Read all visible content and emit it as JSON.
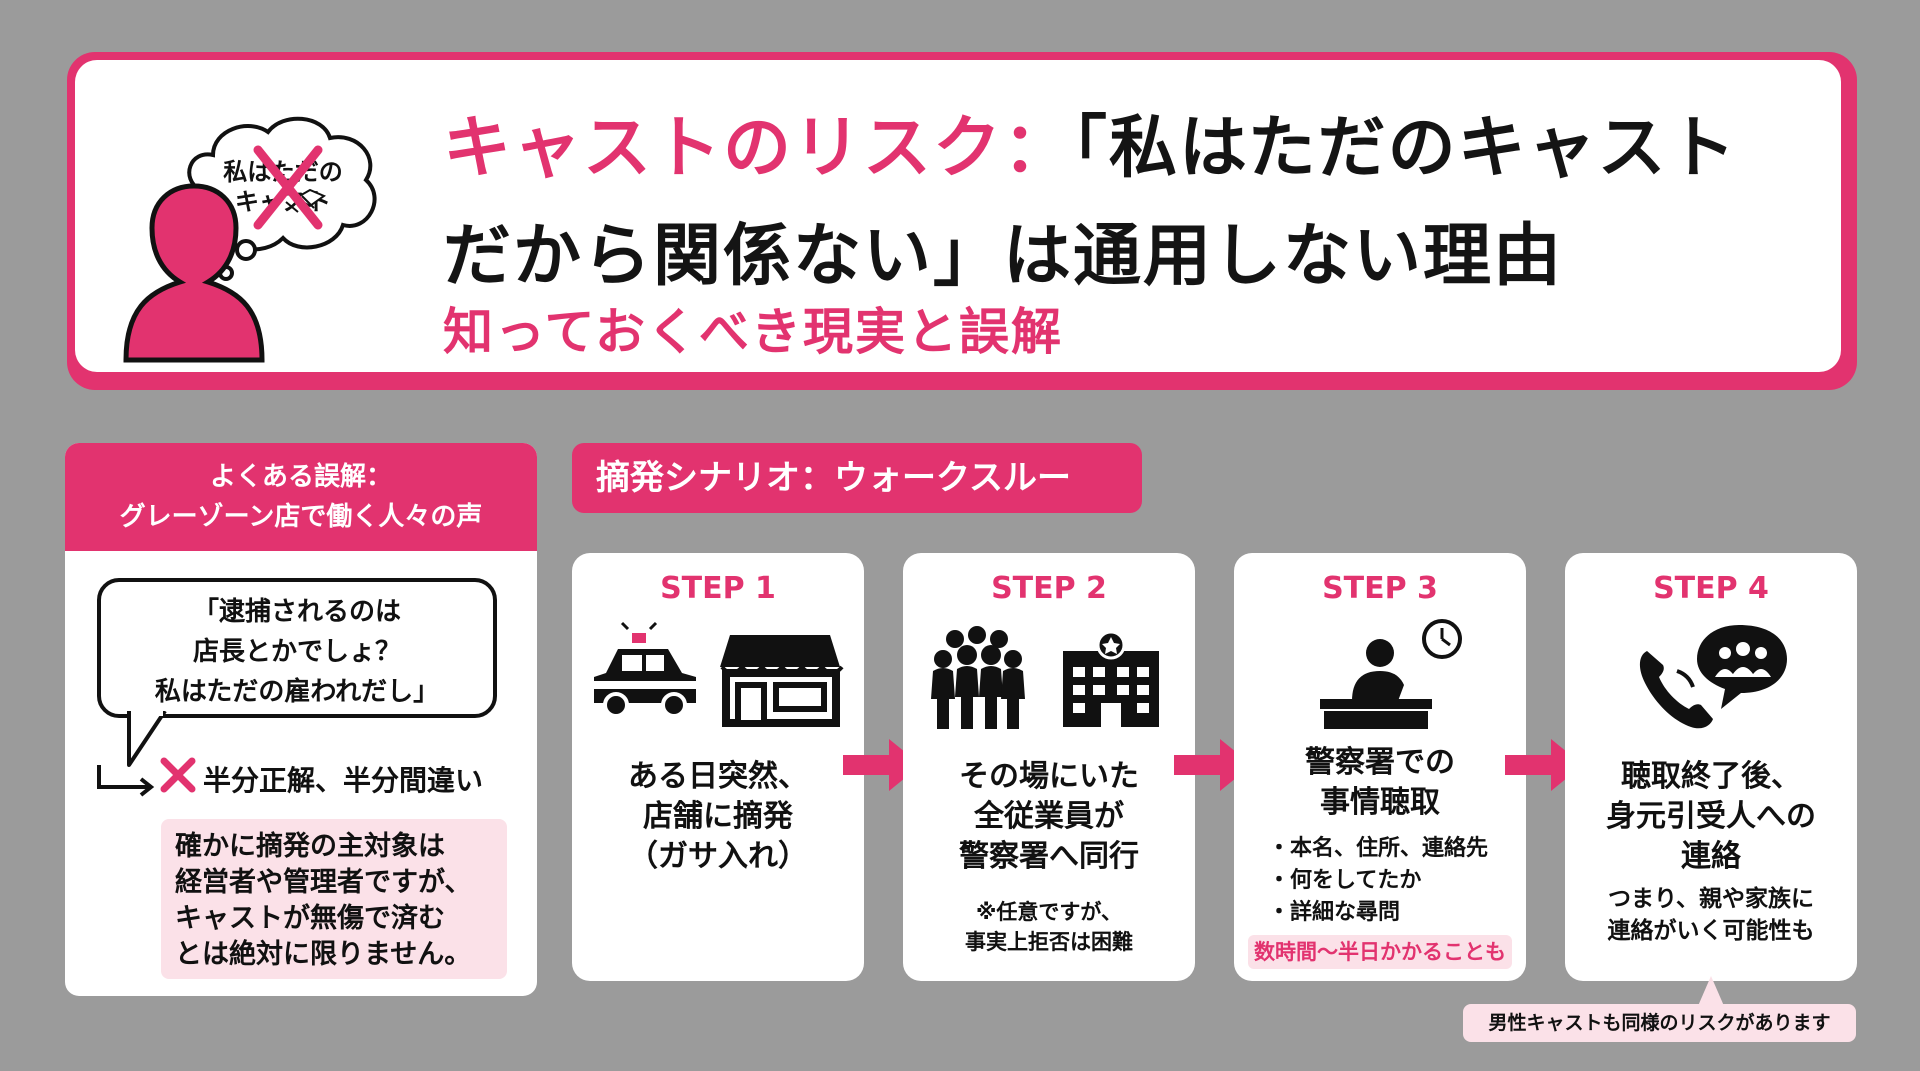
{
  "header": {
    "title_accent": "キャストのリスク：",
    "title_line1": "「私はただのキャスト",
    "title_line2": "だから関係ない」は通用しない理由",
    "subtitle": "知っておくべき現実と誤解",
    "thought_bubble": [
      "私はただの",
      "キャスト"
    ]
  },
  "misconception": {
    "heading": [
      "よくある誤解：",
      "グレーゾーン店で働く人々の声"
    ],
    "quote": [
      "「逮捕されるのは",
      "店長とかでしょ？",
      "私はただの雇われだし」"
    ],
    "verdict": "半分正解、半分間違い",
    "explanation": [
      "確かに摘発の主対象は",
      "経営者や管理者ですが、",
      "キャストが無傷で済む",
      "とは絶対に限りません。"
    ]
  },
  "scenario": {
    "heading": "摘発シナリオ：ウォークスルー",
    "steps": [
      {
        "label": "STEP 1",
        "main": [
          "ある日突然、",
          "店舗に摘発",
          "（ガサ入れ）"
        ]
      },
      {
        "label": "STEP 2",
        "main": [
          "その場にいた",
          "全従業員が",
          "警察署へ同行"
        ],
        "note": [
          "※任意ですが、",
          "事実上拒否は困難"
        ]
      },
      {
        "label": "STEP 3",
        "main": [
          "警察署での",
          "事情聴取"
        ],
        "bullets": [
          "本名、住所、連絡先",
          "何をしてたか",
          "詳細な尋問"
        ],
        "badge": "数時間〜半日かかることも"
      },
      {
        "label": "STEP 4",
        "main": [
          "聴取終了後、",
          "身元引受人への",
          "連絡"
        ],
        "note": [
          "つまり、親や家族に",
          "連絡がいく可能性も"
        ]
      }
    ],
    "footnote": "男性キャストも同様のリスクがあります"
  },
  "colors": {
    "accent": "#e2336f",
    "background": "#9b9b9b",
    "light_pink": "#fbe1e8"
  },
  "icons": [
    "person-silhouette-icon",
    "handshake-icon",
    "cross-mark-icon",
    "police-car-icon",
    "storefront-icon",
    "group-people-icon",
    "police-station-icon",
    "interrogation-desk-icon",
    "clock-icon",
    "phone-icon",
    "family-chat-icon",
    "arrow-right-icon"
  ]
}
